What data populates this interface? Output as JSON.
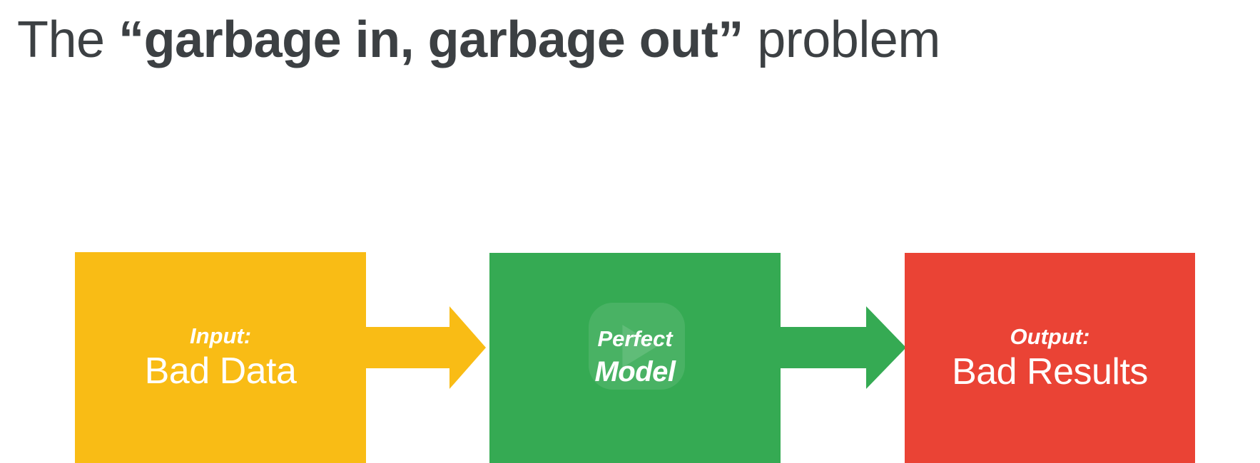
{
  "slide": {
    "background_color": "#FFFFFF",
    "title": {
      "lead": "The ",
      "emphasis": "“garbage in, garbage out”",
      "trail": " problem",
      "color": "#3C4043"
    }
  },
  "flow": {
    "steps": [
      {
        "id": "input",
        "eyebrow": "Input:",
        "label": "Bad Data",
        "color": "#F9BC15",
        "text_color": "#FFFFFF"
      },
      {
        "id": "model",
        "eyebrow": "Perfect",
        "label": "Model",
        "color": "#35AA53",
        "text_color": "#FFFFFF",
        "watermark": "play-button-watermark"
      },
      {
        "id": "output",
        "eyebrow": "Output:",
        "label": "Bad Results",
        "color": "#EA4335",
        "text_color": "#FFFFFF"
      }
    ],
    "connectors": [
      {
        "id": "input-to-model",
        "icon": "right-arrow-icon",
        "color": "#F9BC15"
      },
      {
        "id": "model-to-output",
        "icon": "right-arrow-icon",
        "color": "#35AA53"
      }
    ]
  }
}
